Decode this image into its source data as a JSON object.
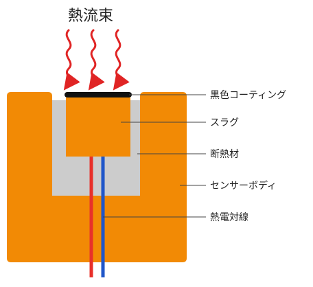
{
  "title": "熱流束",
  "labels": {
    "coating": "黒色コーティング",
    "slug": "スラグ",
    "insulation": "断熱材",
    "body": "センサーボディ",
    "thermocouple": "熱電対線"
  },
  "colors": {
    "body": "#f28a05",
    "insulation": "#cccccc",
    "coating": "#111111",
    "arrow": "#e02424",
    "wire_red": "#e8302a",
    "wire_blue": "#1f56c9",
    "leader": "#444444",
    "text": "#222222"
  }
}
